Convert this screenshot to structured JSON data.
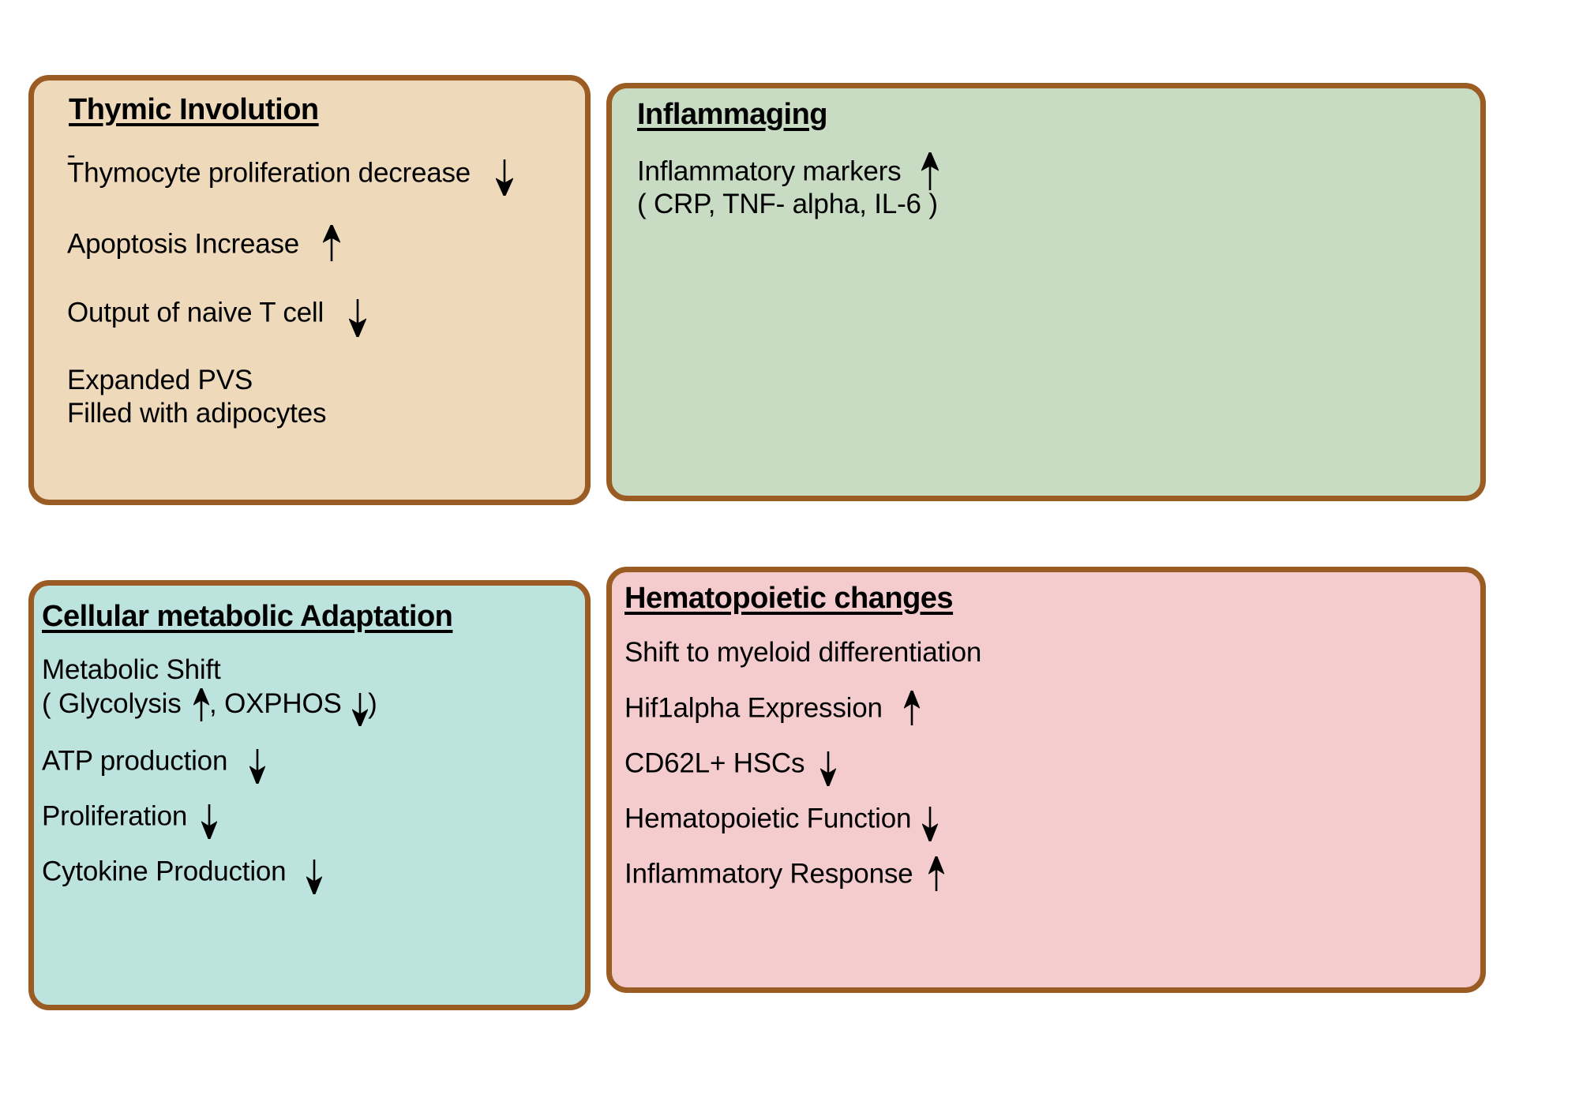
{
  "colors": {
    "border": "#9b5c24",
    "panel_thymic_bg": "#efd9bb",
    "panel_inflammaging_bg": "#c8dcc4",
    "panel_cellular_bg": "#bde3de",
    "panel_hematopoietic_bg": "#f4ccce",
    "text": "#000000",
    "background": "#ffffff"
  },
  "panels": {
    "thymic": {
      "title": "Thymic Involution",
      "dash": "-",
      "lines": [
        {
          "text": "Thymocyte proliferation decrease",
          "arrow": "down-arrow-icon"
        },
        {
          "text": "Apoptosis Increase",
          "arrow": "up-arrow-icon"
        },
        {
          "text": "Output of naive T cell",
          "arrow": "down-arrow-icon"
        },
        {
          "text": "Expanded PVS",
          "arrow": "none"
        },
        {
          "text": "Filled with adipocytes",
          "arrow": "none"
        }
      ]
    },
    "inflammaging": {
      "title": "Inflammaging",
      "lines": [
        {
          "text": "Inflammatory markers",
          "arrow": "up-arrow-icon"
        },
        {
          "text": "( CRP, TNF- alpha, IL-6 )",
          "arrow": "none"
        }
      ]
    },
    "cellular": {
      "title": "Cellular metabolic Adaptation",
      "lines": [
        {
          "text": "Metabolic Shift",
          "arrow": "none"
        },
        {
          "text_before": "( Glycolysis",
          "arrow1": "up-arrow-icon",
          "text_mid": ", OXPHOS",
          "arrow2": "down-arrow-icon",
          "text_after": ")"
        },
        {
          "text": "ATP production",
          "arrow": "down-arrow-icon"
        },
        {
          "text": "Proliferation",
          "arrow": "down-arrow-icon"
        },
        {
          "text": "Cytokine Production",
          "arrow": "down-arrow-icon"
        }
      ]
    },
    "hematopoietic": {
      "title": "Hematopoietic changes",
      "lines": [
        {
          "text": "Shift to myeloid differentiation",
          "arrow": "none"
        },
        {
          "text": "Hif1alpha Expression",
          "arrow": "up-arrow-icon"
        },
        {
          "text": "CD62L+ HSCs",
          "arrow": "down-arrow-icon"
        },
        {
          "text": "Hematopoietic Function",
          "arrow": "down-arrow-icon"
        },
        {
          "text": "Inflammatory Response",
          "arrow": "up-arrow-icon"
        }
      ]
    }
  }
}
